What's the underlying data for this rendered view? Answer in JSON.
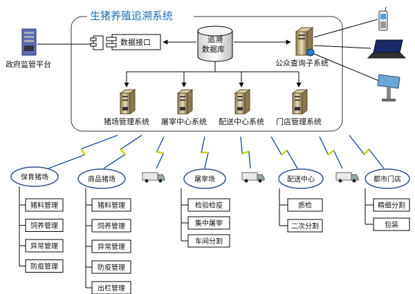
{
  "system": {
    "title": "生猪养殖追溯系统"
  },
  "components": {
    "data_interface": "数据接口",
    "database_line1": "追溯",
    "database_line2": "数据库",
    "public_query": "公众查询子系统",
    "gov_platform": "政府监管平台"
  },
  "subsystems": [
    {
      "label": "猪场管理系统"
    },
    {
      "label": "屠宰中心系统"
    },
    {
      "label": "配送中心系统"
    },
    {
      "label": "门店管理系统"
    }
  ],
  "sites": [
    {
      "name": "保育猪场",
      "items": [
        "猪料管理",
        "饲养管理",
        "异常管理",
        "防疫管理"
      ]
    },
    {
      "name": "商品猪场",
      "items": [
        "猪料管理",
        "饲养管理",
        "异常管理",
        "防疫管理",
        "出栏管理"
      ]
    },
    {
      "name": "屠宰场",
      "items": [
        "检验检疫",
        "集中屠宰",
        "车间分割"
      ]
    },
    {
      "name": "配送中心",
      "items": [
        "质检",
        "二次分割"
      ]
    },
    {
      "name": "都市门店",
      "items": [
        "精细分割",
        "包装"
      ]
    }
  ],
  "icons": {
    "server": "server-icon",
    "database": "database-icon",
    "phone": "mobile-phone-icon",
    "laptop": "laptop-icon",
    "kiosk": "kiosk-icon",
    "truck": "truck-icon",
    "wireless": "wireless-link-icon",
    "component": "component-icon"
  },
  "colors": {
    "title": "#1b6fb3",
    "ellipse_border": "#2f4f8f",
    "wireless": "#c8d400"
  }
}
